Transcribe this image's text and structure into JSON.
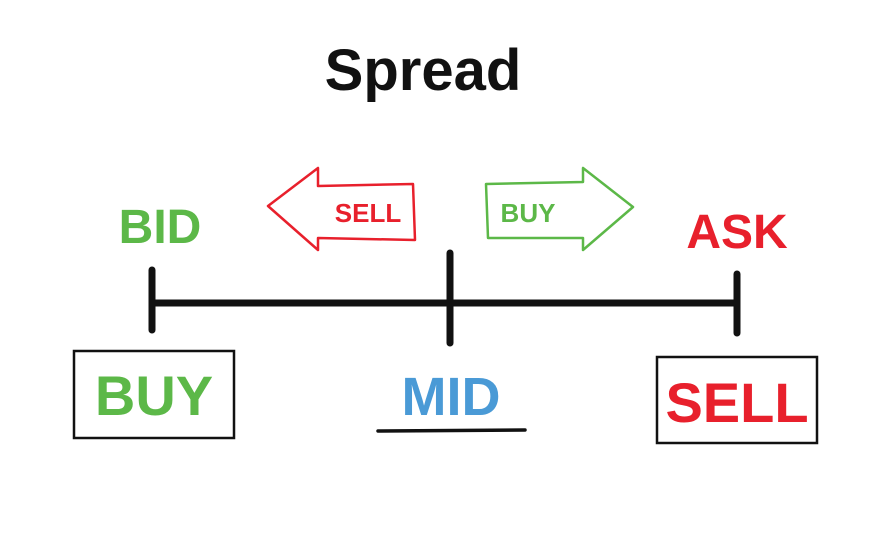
{
  "title": "Spread",
  "labels": {
    "bid": "BID",
    "ask": "ASK",
    "mid": "MID"
  },
  "arrows": {
    "left": "SELL",
    "right": "BUY"
  },
  "boxes": {
    "bid_action": "BUY",
    "ask_action": "SELL"
  },
  "colors": {
    "green": "#5cb848",
    "red": "#e8202c",
    "blue": "#4a9ad6",
    "black": "#111111"
  }
}
